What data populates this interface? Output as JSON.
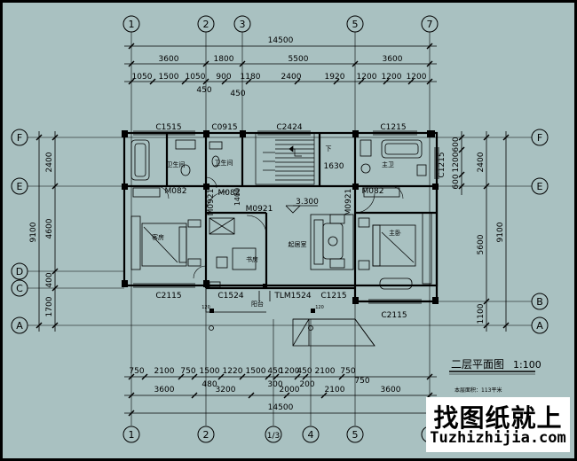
{
  "axes": {
    "top": [
      "1",
      "2",
      "3",
      "5",
      "7"
    ],
    "bottom": [
      "1",
      "2",
      "1/3",
      "4",
      "5",
      "7"
    ],
    "left": [
      "F",
      "E",
      "D",
      "C",
      "A"
    ],
    "right": [
      "F",
      "E",
      "B"
    ]
  },
  "dims": {
    "top_total": "14500",
    "top_row1": [
      "3600",
      "1800",
      "5500",
      "3600"
    ],
    "top_row2": [
      "1050",
      "1500",
      "1050",
      "900",
      "1180",
      "2400",
      "1920",
      "1200",
      "1200",
      "1200"
    ],
    "top_extra": [
      "450",
      "450"
    ],
    "left_outer": [
      "9100"
    ],
    "left_inner": [
      "2400",
      "4600",
      "400",
      "1700"
    ],
    "right_outer": [
      "9100"
    ],
    "right_inner": [
      "600",
      "1200",
      "600",
      "2400",
      "5600",
      "1100"
    ],
    "bottom_row1": [
      "750",
      "2100",
      "750",
      "1500",
      "1220",
      "1500",
      "450",
      "1200",
      "450",
      "2100",
      "750"
    ],
    "bottom_mid": [
      "480",
      "300",
      "200",
      "750"
    ],
    "bottom_row2": [
      "3600",
      "3200",
      "2000",
      "2100",
      "3600"
    ],
    "bottom_total": "14500"
  },
  "rooms": {
    "bath1": "卫生间",
    "bath2": "卫生间",
    "master": "主卫",
    "bedroom_left": "客房",
    "study": "书房",
    "lounge": "起居室",
    "bedroom_right": "主卧",
    "balcony": "阳台",
    "down": "下"
  },
  "openings": {
    "c1515": "C1515",
    "c0915": "C0915",
    "c2424": "C2424",
    "c1215_top": "C1215",
    "c1215_side": "C1215",
    "m082_left": "M082",
    "m082_mid": "M082",
    "m082_right": "M082",
    "m0921_a": "M0921",
    "m0921_b": "M0921",
    "m0921_c": "M0921",
    "c2115_left": "C2115",
    "c1524": "C1524",
    "tlm1524": "TLM1524",
    "c1215_bottom": "C1215",
    "c2115_right": "C2115"
  },
  "misc": {
    "stair_dim": "1630",
    "level": "3.300",
    "dim_1400": "1400",
    "dim_120": "120"
  },
  "title": "二层平面图",
  "scale": "1:100",
  "area": "本层面积：113平米",
  "watermark": {
    "cn": "找图纸就上",
    "en": "Tuzhizhijia.com"
  }
}
